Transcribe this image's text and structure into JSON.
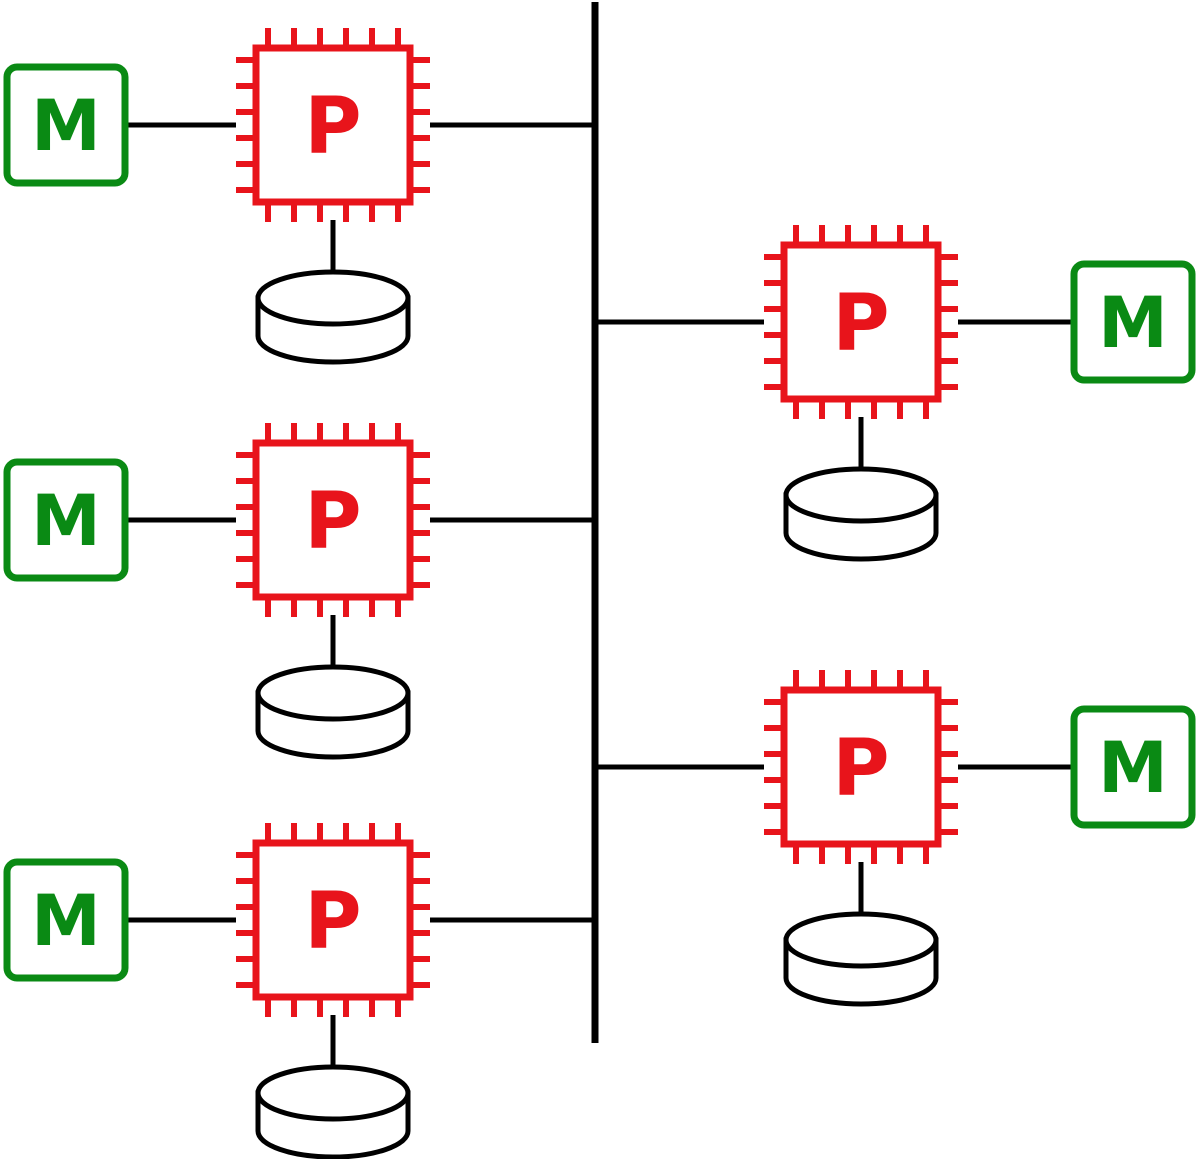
{
  "diagram": {
    "kind": "shared-nothing-architecture",
    "nodes": [
      {
        "id": "node-1",
        "column": "left",
        "row": 1,
        "processor_label": "P",
        "memory_label": "M",
        "has_disk": true
      },
      {
        "id": "node-2",
        "column": "left",
        "row": 2,
        "processor_label": "P",
        "memory_label": "M",
        "has_disk": true
      },
      {
        "id": "node-3",
        "column": "left",
        "row": 3,
        "processor_label": "P",
        "memory_label": "M",
        "has_disk": true
      },
      {
        "id": "node-4",
        "column": "right",
        "row": 1,
        "processor_label": "P",
        "memory_label": "M",
        "has_disk": true
      },
      {
        "id": "node-5",
        "column": "right",
        "row": 2,
        "processor_label": "P",
        "memory_label": "M",
        "has_disk": true
      }
    ],
    "interconnect": "shared-bus"
  },
  "colors": {
    "processor": "#e8141b",
    "memory": "#0a8a14",
    "wire": "#000000",
    "disk_fill": "#ffffff"
  }
}
